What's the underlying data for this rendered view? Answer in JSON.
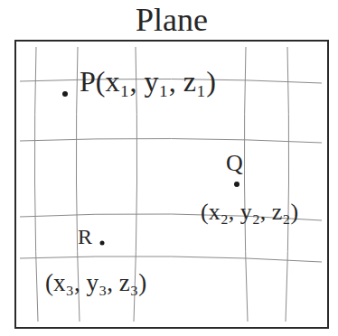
{
  "diagram": {
    "nodes": [
      {
        "text": [
          "Plane"
        ]
      }
    ],
    "labels": [
      "P(x₁, y₁, z₁)",
      "Q",
      "(x₂, y₂, z₂)",
      "R",
      "(x₃, y₃, z₃)"
    ]
  }
}
